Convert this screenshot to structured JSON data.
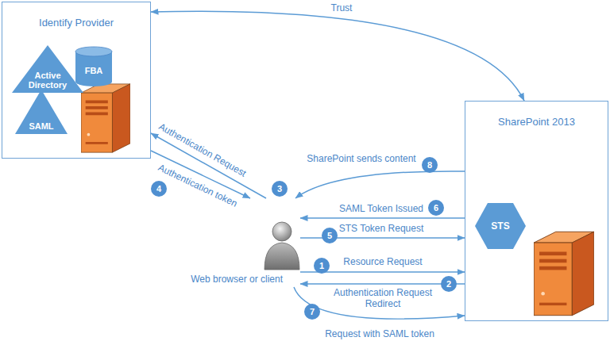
{
  "diagram": {
    "nodes": [
      {
        "text": [
          "Identify Provider"
        ]
      },
      {
        "text": [
          "Active Directory"
        ],
        "in": 0
      },
      {
        "text": [
          "FBA"
        ],
        "in": 0
      },
      {
        "text": [
          "SAML"
        ],
        "in": 0
      },
      {
        "text": [
          "SharePoint 2013"
        ]
      },
      {
        "text": [
          "STS"
        ],
        "in": 4
      },
      {
        "text": [
          "Web browser or client"
        ]
      }
    ],
    "edges": [
      {
        "from": 0,
        "to": 4,
        "label": "Trust",
        "arrow": "both"
      },
      {
        "from": 6,
        "to": 0,
        "label": "Authentication Request",
        "arrow": "to"
      },
      {
        "from": 0,
        "to": 6,
        "label": "Authentication token",
        "arrow": "to"
      },
      {
        "from": 6,
        "to": 4,
        "label": "Resource Request",
        "arrow": "to"
      },
      {
        "from": 4,
        "to": 6,
        "label": "Authentication Request Redirect",
        "arrow": "to"
      },
      {
        "from": 6,
        "to": 4,
        "label": "STS Token Request",
        "arrow": "to"
      },
      {
        "from": 4,
        "to": 6,
        "label": "SAML Token Issued",
        "arrow": "to"
      },
      {
        "from": 6,
        "to": 4,
        "label": "Request with SAML token",
        "arrow": "to"
      },
      {
        "from": 4,
        "to": 6,
        "label": "SharePoint sends content",
        "arrow": "to"
      }
    ],
    "labels": [
      "1",
      "2",
      "3",
      "4",
      "5",
      "6",
      "7",
      "8"
    ]
  }
}
